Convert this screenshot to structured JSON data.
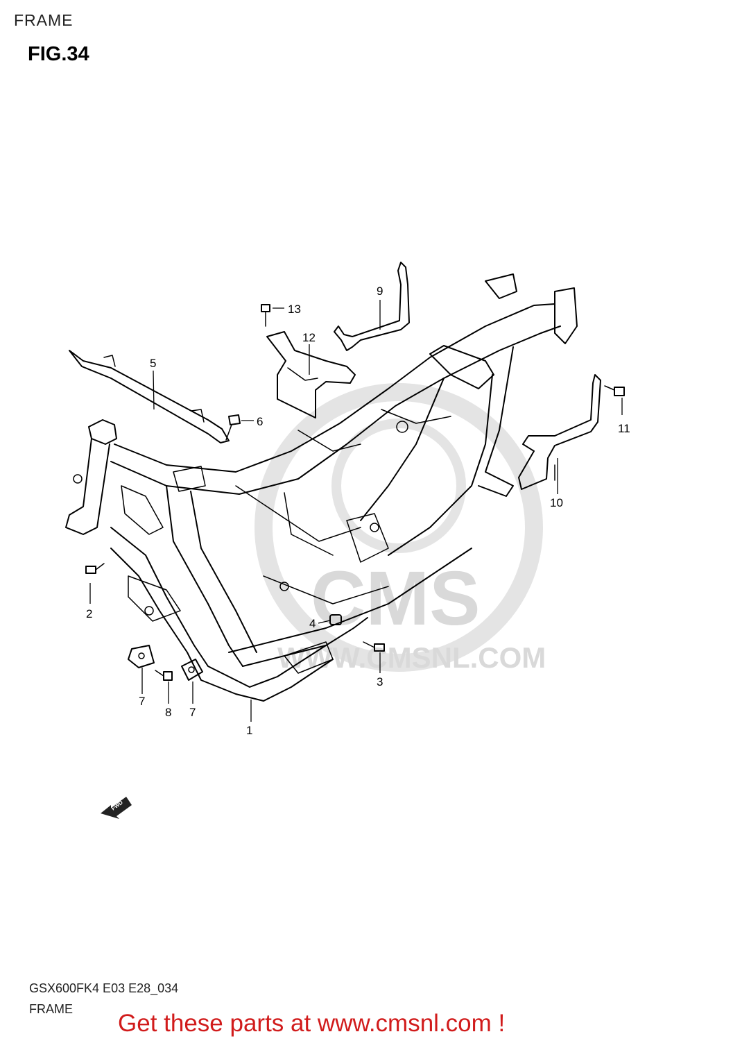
{
  "header": {
    "section_title": "FRAME",
    "figure_title": "FIG.34"
  },
  "watermark": {
    "logo_letters": "CMS",
    "url_text": "WWW.CMSNL.COM"
  },
  "orientation": {
    "label": "FWD",
    "icon": "forward-arrow-icon"
  },
  "callouts": [
    "1",
    "2",
    "3",
    "4",
    "5",
    "6",
    "7",
    "7",
    "8",
    "9",
    "10",
    "11",
    "12",
    "13"
  ],
  "footer": {
    "model_code": "GSX600FK4 E03 E28_034",
    "model_name": "FRAME",
    "promo": "Get these parts at www.cmsnl.com !"
  },
  "colors": {
    "promo": "#d11b1b",
    "watermark": "#d9d9d9",
    "line": "#000000"
  }
}
